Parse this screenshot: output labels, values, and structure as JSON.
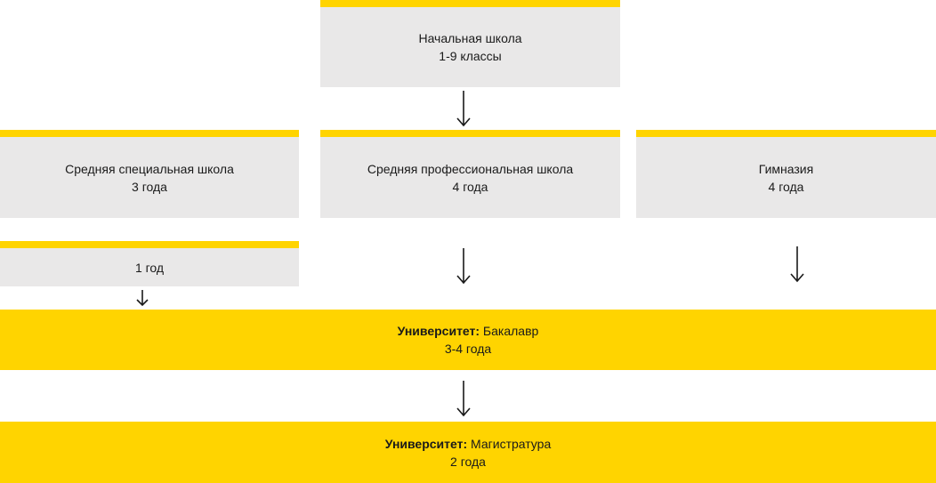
{
  "nodes": {
    "primary": {
      "line1": "Начальная школа",
      "line2": "1-9 классы"
    },
    "special": {
      "line1": "Средняя специальная школа",
      "line2": "3 года"
    },
    "professional": {
      "line1": "Средняя профессиональная школа",
      "line2": "4 года"
    },
    "gymnasium": {
      "line1": "Гимназия",
      "line2": "4 года"
    },
    "extra_year": {
      "line1": "1 год"
    },
    "bachelor": {
      "prefix": "Университет:",
      "label": " Бакалавр",
      "line2": "3-4 года"
    },
    "master": {
      "prefix": "Университет:",
      "label": " Магистратура",
      "line2": "2 года"
    }
  },
  "colors": {
    "accent": "#ffd400",
    "box_bg": "#e9e8e8",
    "text": "#1a1a1a"
  }
}
